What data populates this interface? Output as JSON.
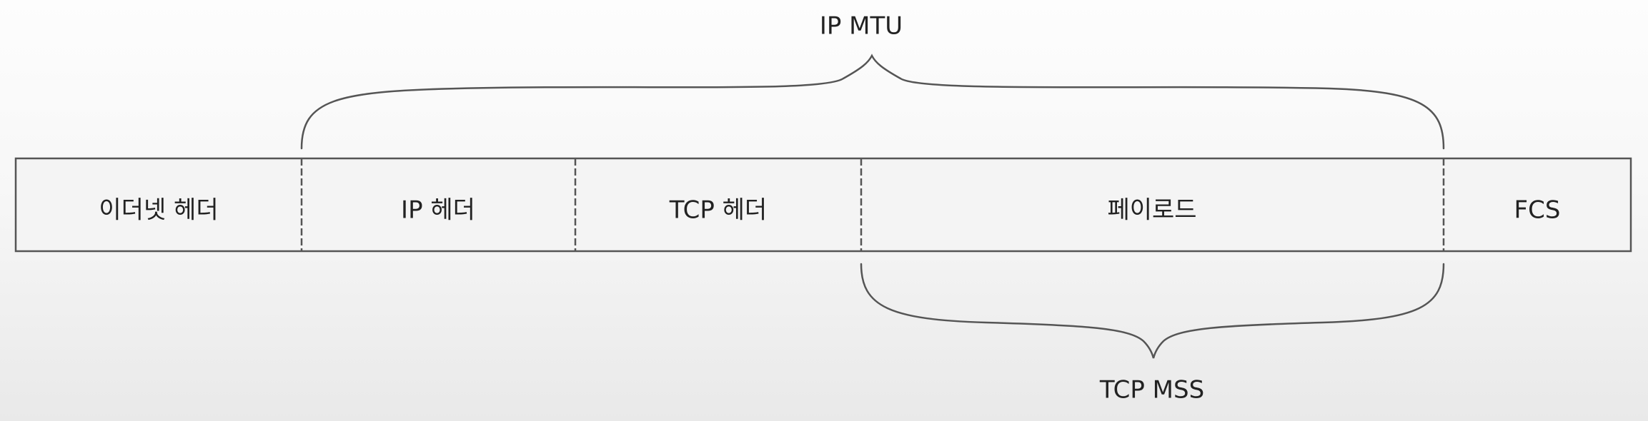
{
  "diagram": {
    "segments": [
      {
        "id": "ethernet-header",
        "label": "이더넷 헤더"
      },
      {
        "id": "ip-header",
        "label": "IP 헤더"
      },
      {
        "id": "tcp-header",
        "label": "TCP 헤더"
      },
      {
        "id": "payload",
        "label": "페이로드"
      },
      {
        "id": "fcs",
        "label": "FCS"
      }
    ],
    "braces": {
      "top": {
        "label": "IP MTU"
      },
      "bottom": {
        "label": "TCP MSS"
      }
    }
  },
  "colors": {
    "stroke": "#555555",
    "box_fill": "#f4f4f4",
    "text": "#222222"
  }
}
